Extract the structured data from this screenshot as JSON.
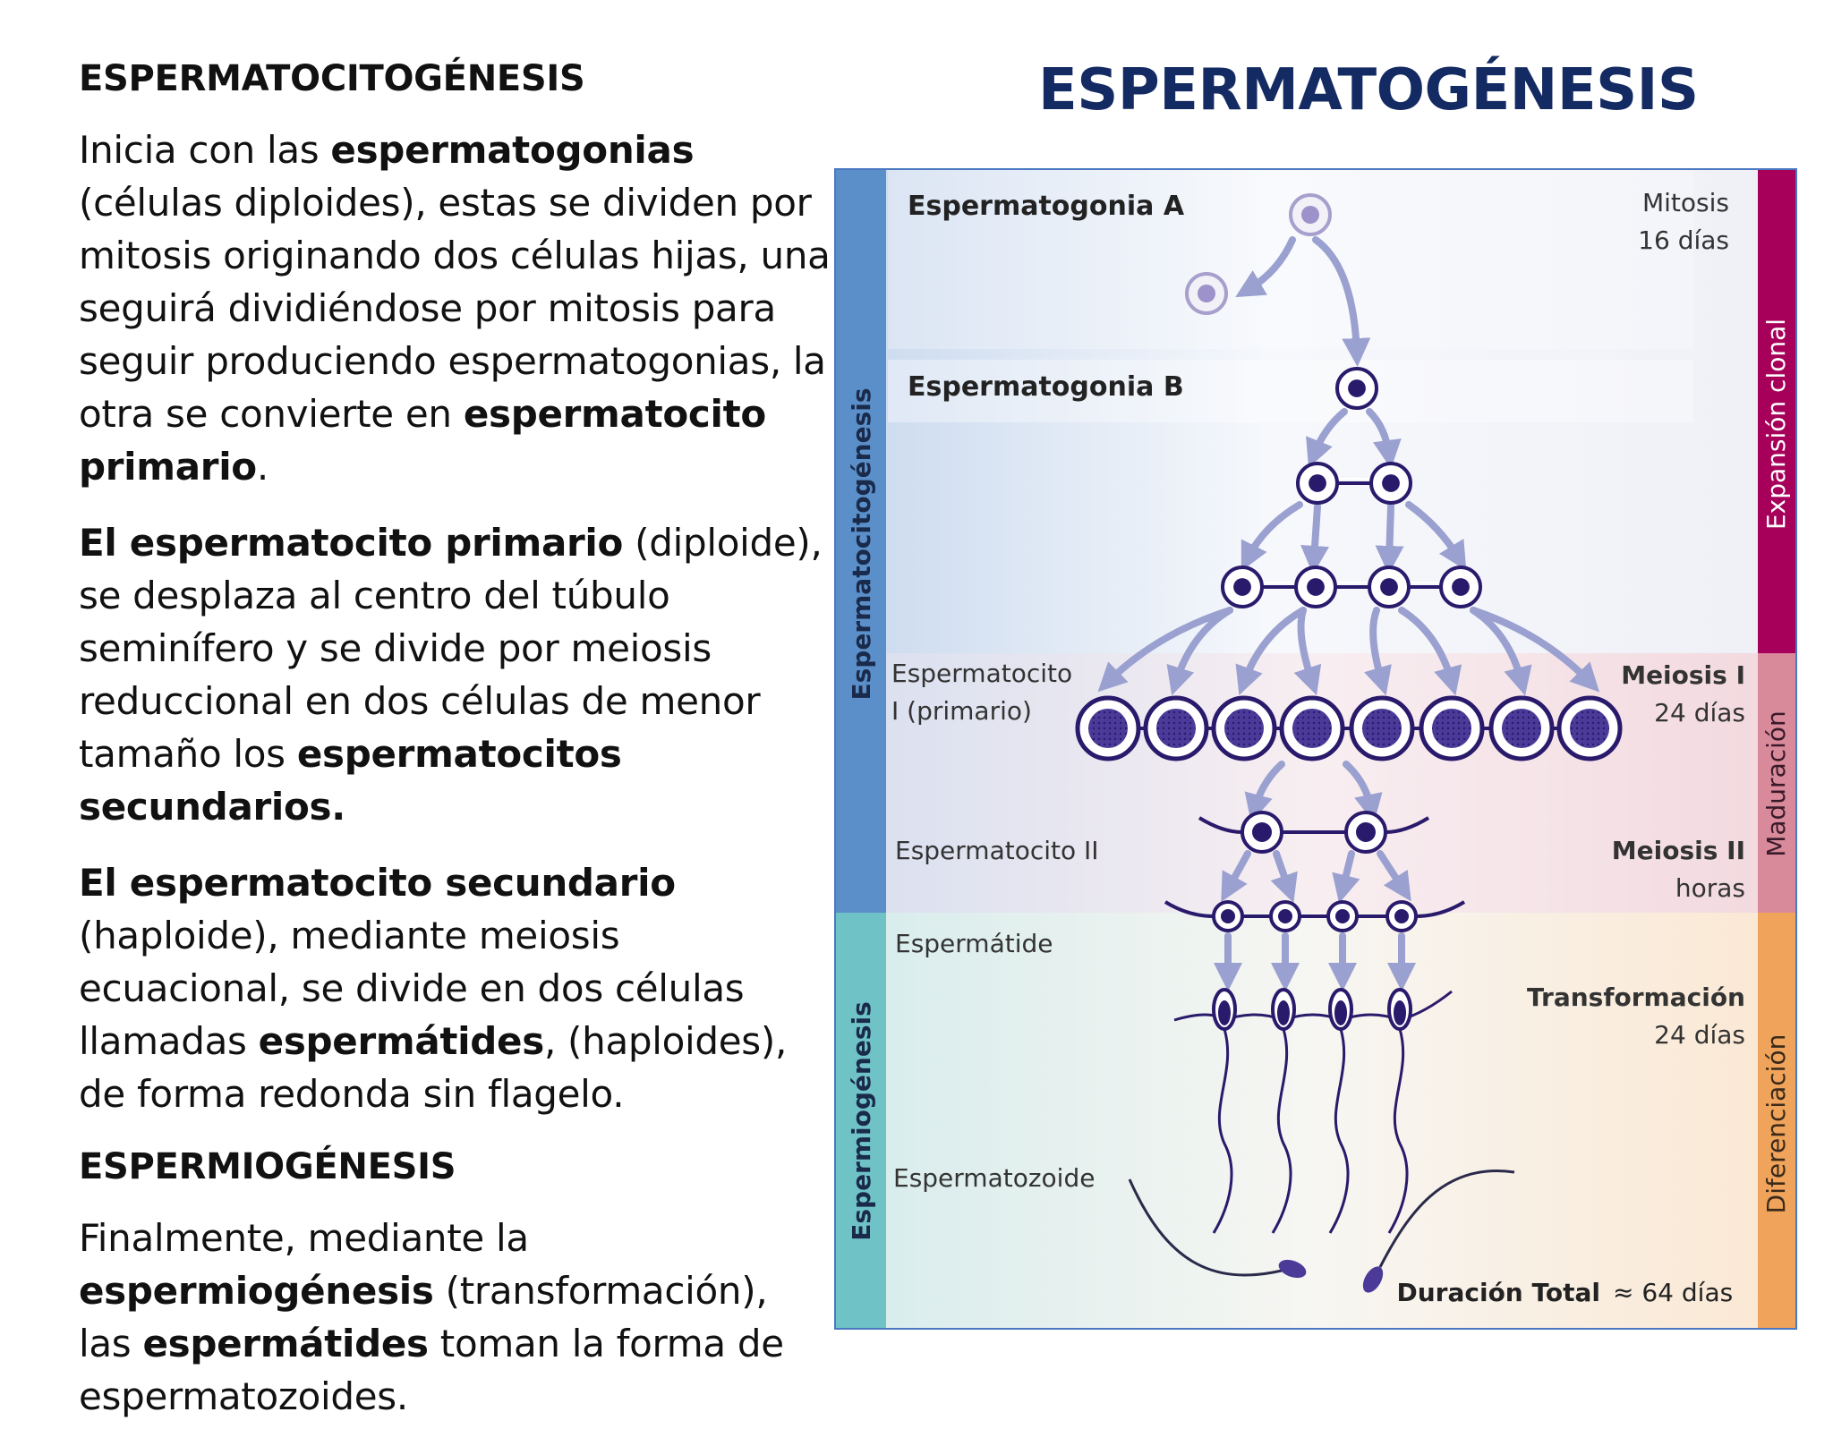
{
  "title": "ESPERMATOGÉNESIS",
  "left_text": {
    "heading1": "ESPERMATOCITOGÉNESIS",
    "p1": [
      {
        "t": "Inicia con las ",
        "b": false
      },
      {
        "t": "espermatogonias",
        "b": true
      },
      {
        "t": " (células diploides), estas se dividen por mitosis originando dos células hijas, una seguirá dividiéndose por mitosis para seguir produciendo espermatogonias, la otra se convierte en ",
        "b": false
      },
      {
        "t": "espermatocito primario",
        "b": true
      },
      {
        "t": ".",
        "b": false
      }
    ],
    "p2": [
      {
        "t": "El espermatocito primario",
        "b": true
      },
      {
        "t": " (diploide), se desplaza al centro del túbulo seminífero y se divide por meiosis reduccional en dos células de menor tamaño los ",
        "b": false
      },
      {
        "t": "espermatocitos secundarios.",
        "b": true
      }
    ],
    "p3": [
      {
        "t": "El espermatocito secundario",
        "b": true
      },
      {
        "t": " (haploide), mediante meiosis ecuacional, se divide en dos células llamadas ",
        "b": false
      },
      {
        "t": "espermátides",
        "b": true
      },
      {
        "t": ", (haploides), de forma redonda sin flagelo.",
        "b": false
      }
    ],
    "heading2": "ESPERMIOGÉNESIS",
    "p4": [
      {
        "t": "Finalmente, mediante la ",
        "b": false
      },
      {
        "t": "espermiogénesis",
        "b": true
      },
      {
        "t": " (transformación), las ",
        "b": false
      },
      {
        "t": "espermátides",
        "b": true
      },
      {
        "t": " toman la forma de espermatozoides.",
        "b": false
      }
    ]
  },
  "diagram": {
    "left_bands": [
      "Espermatocitogénesis",
      "Espermiogénesis"
    ],
    "right_bands": [
      "Expansión clonal",
      "Maduración",
      "Diferenciación"
    ],
    "stages": {
      "sg_a": "Espermatogonia A",
      "sg_b": "Espermatogonia B",
      "sc1_line1": "Espermatocito",
      "sc1_line2": "I (primario)",
      "sc2": "Espermatocito II",
      "st": "Espermátide",
      "sz": "Espermatozoide"
    },
    "phases": {
      "mitosis": "Mitosis",
      "mitosis_days": "16 días",
      "meiosis1": "Meiosis I",
      "meiosis1_days": "24 días",
      "meiosis2": "Meiosis II",
      "meiosis2_time": "horas",
      "transf": "Transformación",
      "transf_days": "24 días"
    },
    "total_label": "Duración Total",
    "total_value": "≈ 64 días",
    "colors": {
      "cell": "#2a1a6b",
      "arrow": "#9aa0cf",
      "band_top": "#5b8fc9",
      "band_bottom": "#6fc3c6",
      "right_expansion": "#a6005a",
      "right_maduracion": "#d98a9a",
      "right_diferenciacion": "#f0a35a",
      "title": "#142a62"
    }
  }
}
